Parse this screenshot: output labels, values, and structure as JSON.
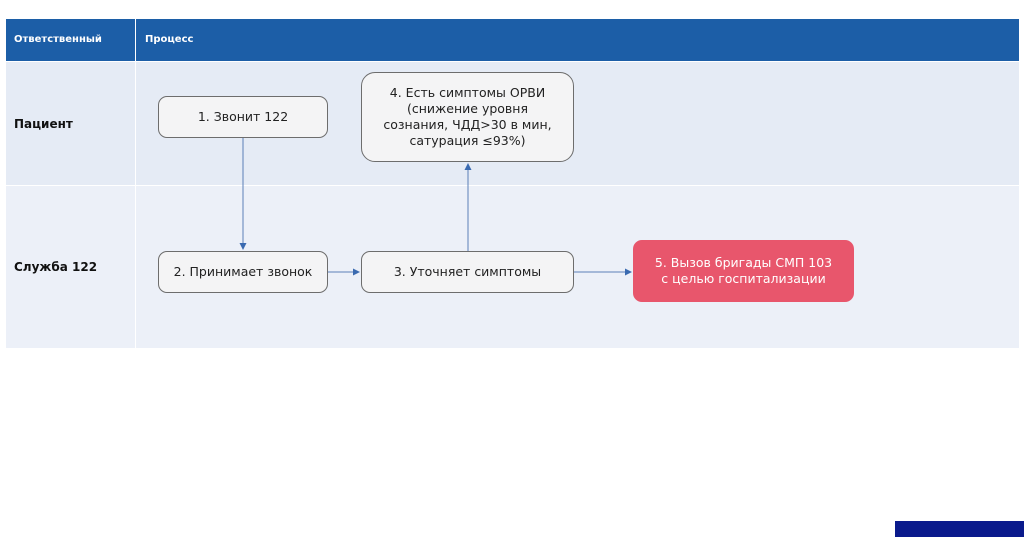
{
  "header": {
    "col_responsible": "Ответственный",
    "col_process": "Процесс"
  },
  "lanes": [
    {
      "label": "Пациент"
    },
    {
      "label": "Служба 122"
    }
  ],
  "steps": {
    "s1": "1. Звонит 122",
    "s2": "2. Принимает звонок",
    "s3": "3. Уточняет симптомы",
    "s4": "4. Есть симптомы ОРВИ\n(снижение уровня\nсознания, ЧДД>30 в мин,\nсатурация ≤93%)",
    "s5": "5. Вызов бригады СМП 103\nс целью госпитализации"
  },
  "colors": {
    "header": "#1c5ea7",
    "lane": "#e9eef7",
    "highlight": "#e8566c",
    "arrow": "#3a6ab0"
  }
}
